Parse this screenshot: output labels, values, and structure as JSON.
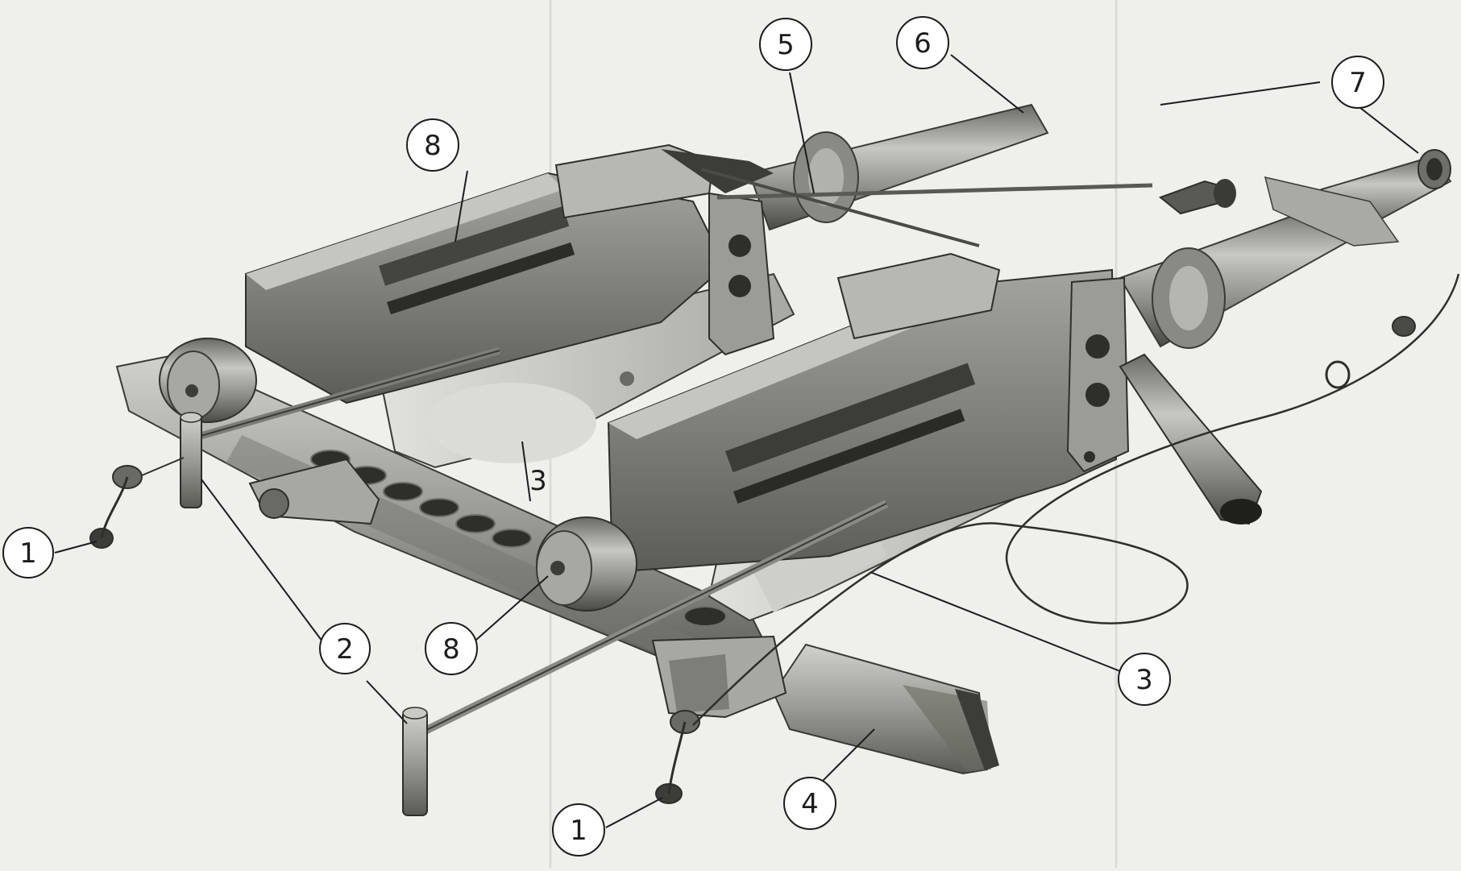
{
  "colors": {
    "paper": "#efefec",
    "metal_light": "#bcbcb6",
    "metal_mid": "#8f8f89",
    "metal_dark": "#4a4a46",
    "ink": "#1c1c1c",
    "plate_light": "#d6d6d0"
  },
  "callouts": [
    {
      "id": "c1a",
      "label": "1"
    },
    {
      "id": "c2",
      "label": "2"
    },
    {
      "id": "c3a",
      "label": "3"
    },
    {
      "id": "c8a",
      "label": "8"
    },
    {
      "id": "c5",
      "label": "5"
    },
    {
      "id": "c6",
      "label": "6"
    },
    {
      "id": "c7",
      "label": "7"
    },
    {
      "id": "c8b",
      "label": "8"
    },
    {
      "id": "c3b",
      "label": "3"
    },
    {
      "id": "c4",
      "label": "4"
    },
    {
      "id": "c1b",
      "label": "1"
    }
  ]
}
